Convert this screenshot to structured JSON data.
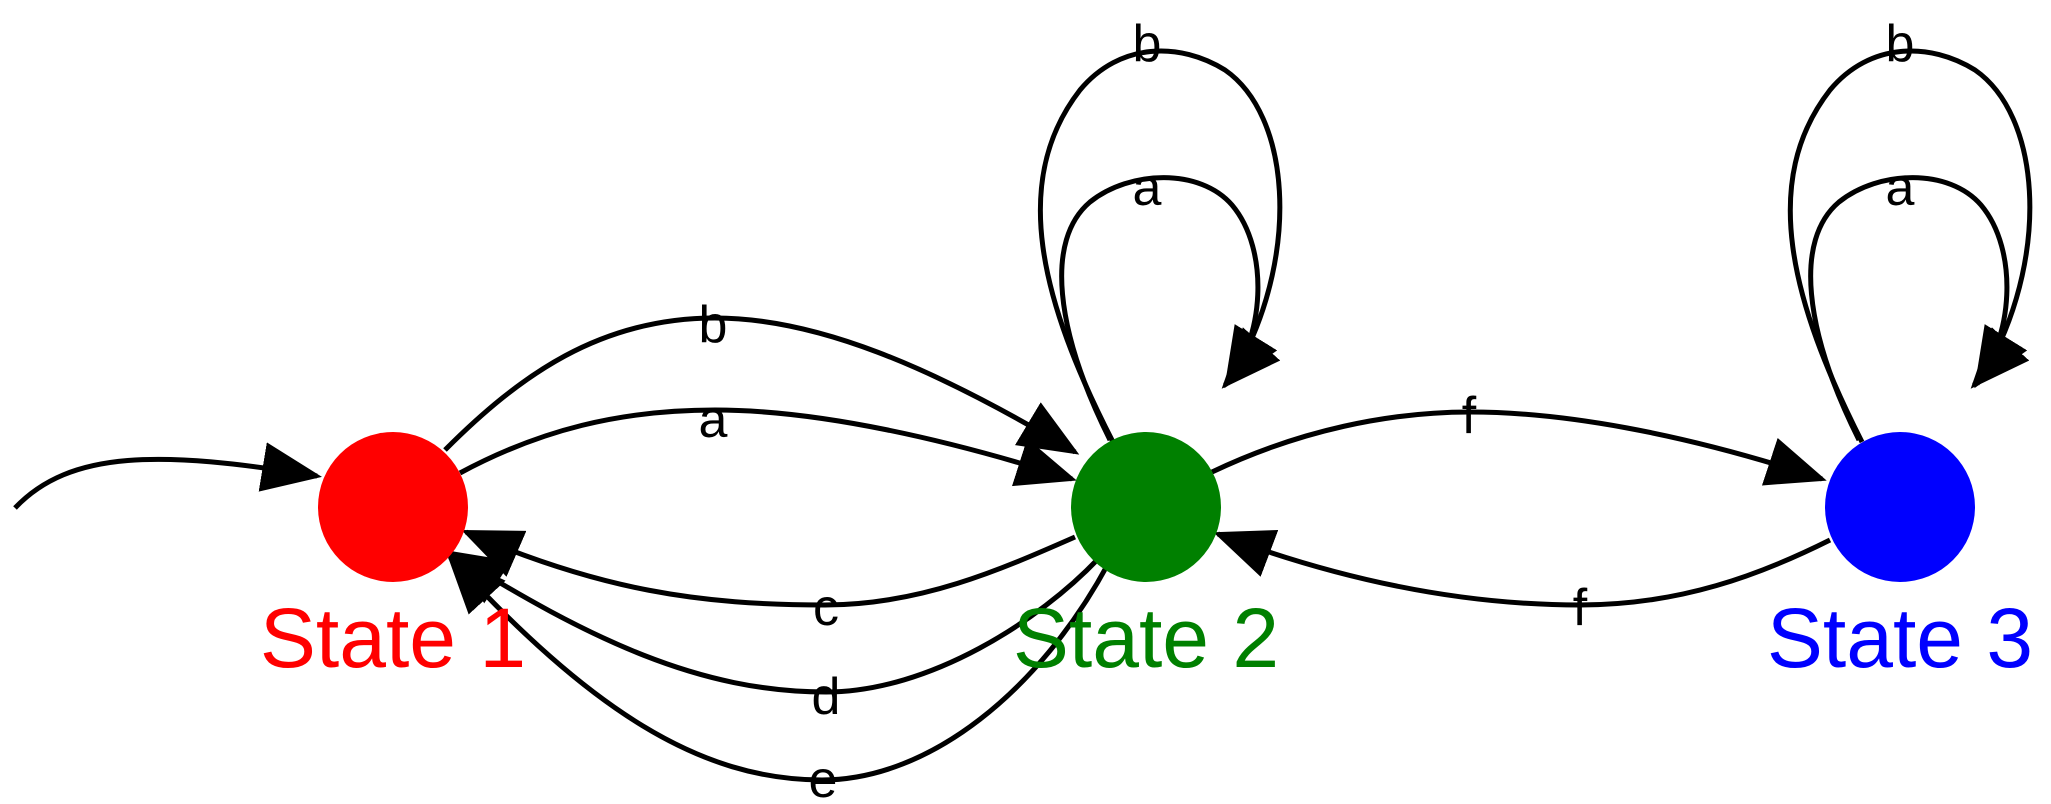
{
  "states": [
    {
      "id": "s1",
      "label": "State 1",
      "color": "#ff0000"
    },
    {
      "id": "s2",
      "label": "State 2",
      "color": "#008000"
    },
    {
      "id": "s3",
      "label": "State 3",
      "color": "#0000ff"
    }
  ],
  "initial_state": "s1",
  "edges": [
    {
      "from": "s1",
      "to": "s2",
      "label": "b"
    },
    {
      "from": "s1",
      "to": "s2",
      "label": "a"
    },
    {
      "from": "s2",
      "to": "s1",
      "label": "c"
    },
    {
      "from": "s2",
      "to": "s1",
      "label": "d"
    },
    {
      "from": "s2",
      "to": "s1",
      "label": "e"
    },
    {
      "from": "s2",
      "to": "s2",
      "label": "b"
    },
    {
      "from": "s2",
      "to": "s2",
      "label": "a"
    },
    {
      "from": "s2",
      "to": "s3",
      "label": "f"
    },
    {
      "from": "s3",
      "to": "s2",
      "label": "f"
    },
    {
      "from": "s3",
      "to": "s3",
      "label": "b"
    },
    {
      "from": "s3",
      "to": "s3",
      "label": "a"
    }
  ],
  "colors": {
    "edge": "#000000",
    "background": "#ffffff"
  }
}
